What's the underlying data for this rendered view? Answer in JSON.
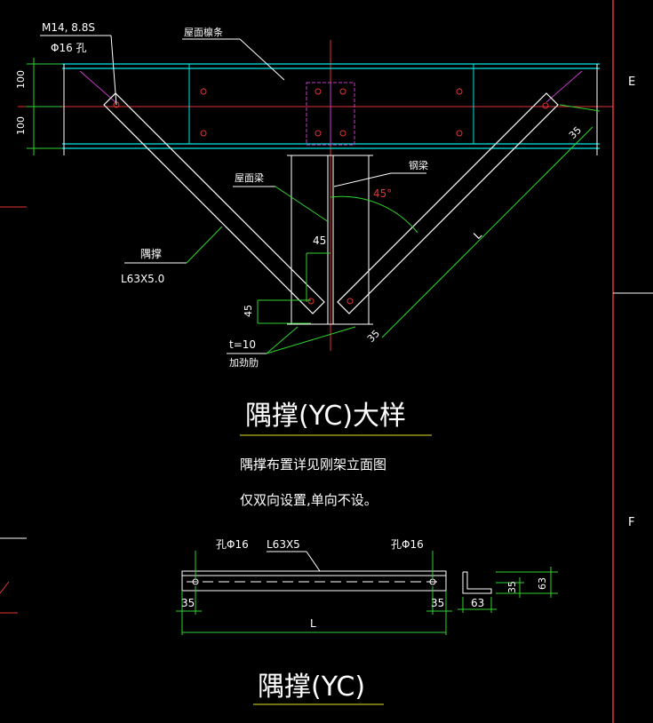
{
  "colors": {
    "background": "#000000",
    "white": "#ffffff",
    "cyan": "#00e5e5",
    "red": "#e53333",
    "green": "#2fd52f",
    "yellow": "#e5e52a",
    "magenta": "#c83ac8",
    "grid": "#ff0000"
  },
  "labels": {
    "bolt_spec": "M14, 8.8S",
    "hole_spec": "Φ16 孔",
    "purlin": "屋面檩条",
    "roof_beam": "屋面梁",
    "steel_beam": "钢梁",
    "angle_45": "45°",
    "dim_45_h": "45",
    "dim_45_v": "45",
    "dim_100_top": "100",
    "dim_100_bottom": "100",
    "dim_35_right": "35",
    "dim_35_bottom": "35",
    "dim_L": "L",
    "brace": "隅撑",
    "brace_spec": "L63X5.0",
    "stiffener_t": "t=10",
    "stiffener": "加劲肋",
    "axis_E": "E",
    "axis_F": "F"
  },
  "detail_title": "隅撑(YC)大样",
  "notes": [
    "隅撑布置详见刚架立面图",
    "仅双向设置,单向不设。"
  ],
  "member": {
    "hole_left": "孔Φ16",
    "spec": "L63X5",
    "hole_right": "孔Φ16",
    "dim_left": "35",
    "dim_right": "35",
    "dim_length": "L",
    "section_dim_63_bottom": "63",
    "section_dim_35": "35",
    "section_dim_63_side": "63"
  },
  "member_title": "隅撑(YC)"
}
